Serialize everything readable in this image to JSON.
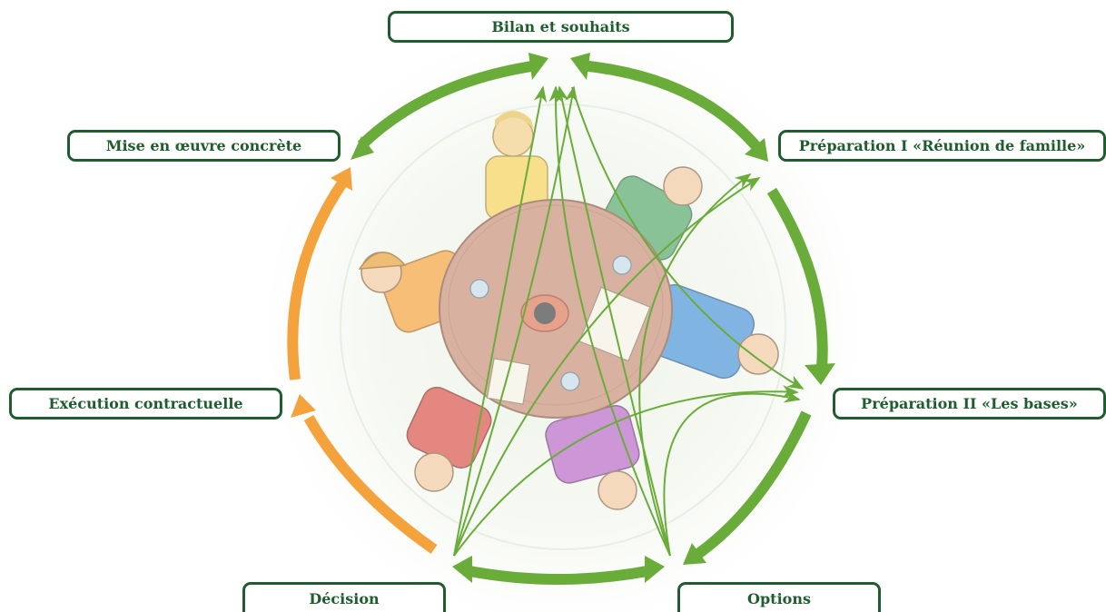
{
  "diagram": {
    "stages": [
      {
        "id": "bilan",
        "label": "Bilan et souhaits",
        "arrow_color": "#6aac3a"
      },
      {
        "id": "prep1",
        "label": "Préparation I «Réunion de famille»",
        "arrow_color": "#6aac3a"
      },
      {
        "id": "prep2",
        "label": "Préparation II «Les bases»",
        "arrow_color": "#6aac3a"
      },
      {
        "id": "options",
        "label": "Options",
        "arrow_color": "#6aac3a"
      },
      {
        "id": "decision",
        "label": "Décision",
        "arrow_color": "#6aac3a"
      },
      {
        "id": "execution",
        "label": "Exécution contractuelle",
        "arrow_color": "#f4a23c"
      },
      {
        "id": "mise",
        "label": "Mise en œuvre concrète",
        "arrow_color": "#f4a23c"
      }
    ],
    "colors": {
      "label_border": "#1f5c2e",
      "label_text": "#1f5c2e",
      "green_arrow": "#6aac3a",
      "orange_arrow": "#f4a23c",
      "feedback_arrow": "#6aac3a"
    },
    "illustration": "family-meeting-around-table"
  }
}
